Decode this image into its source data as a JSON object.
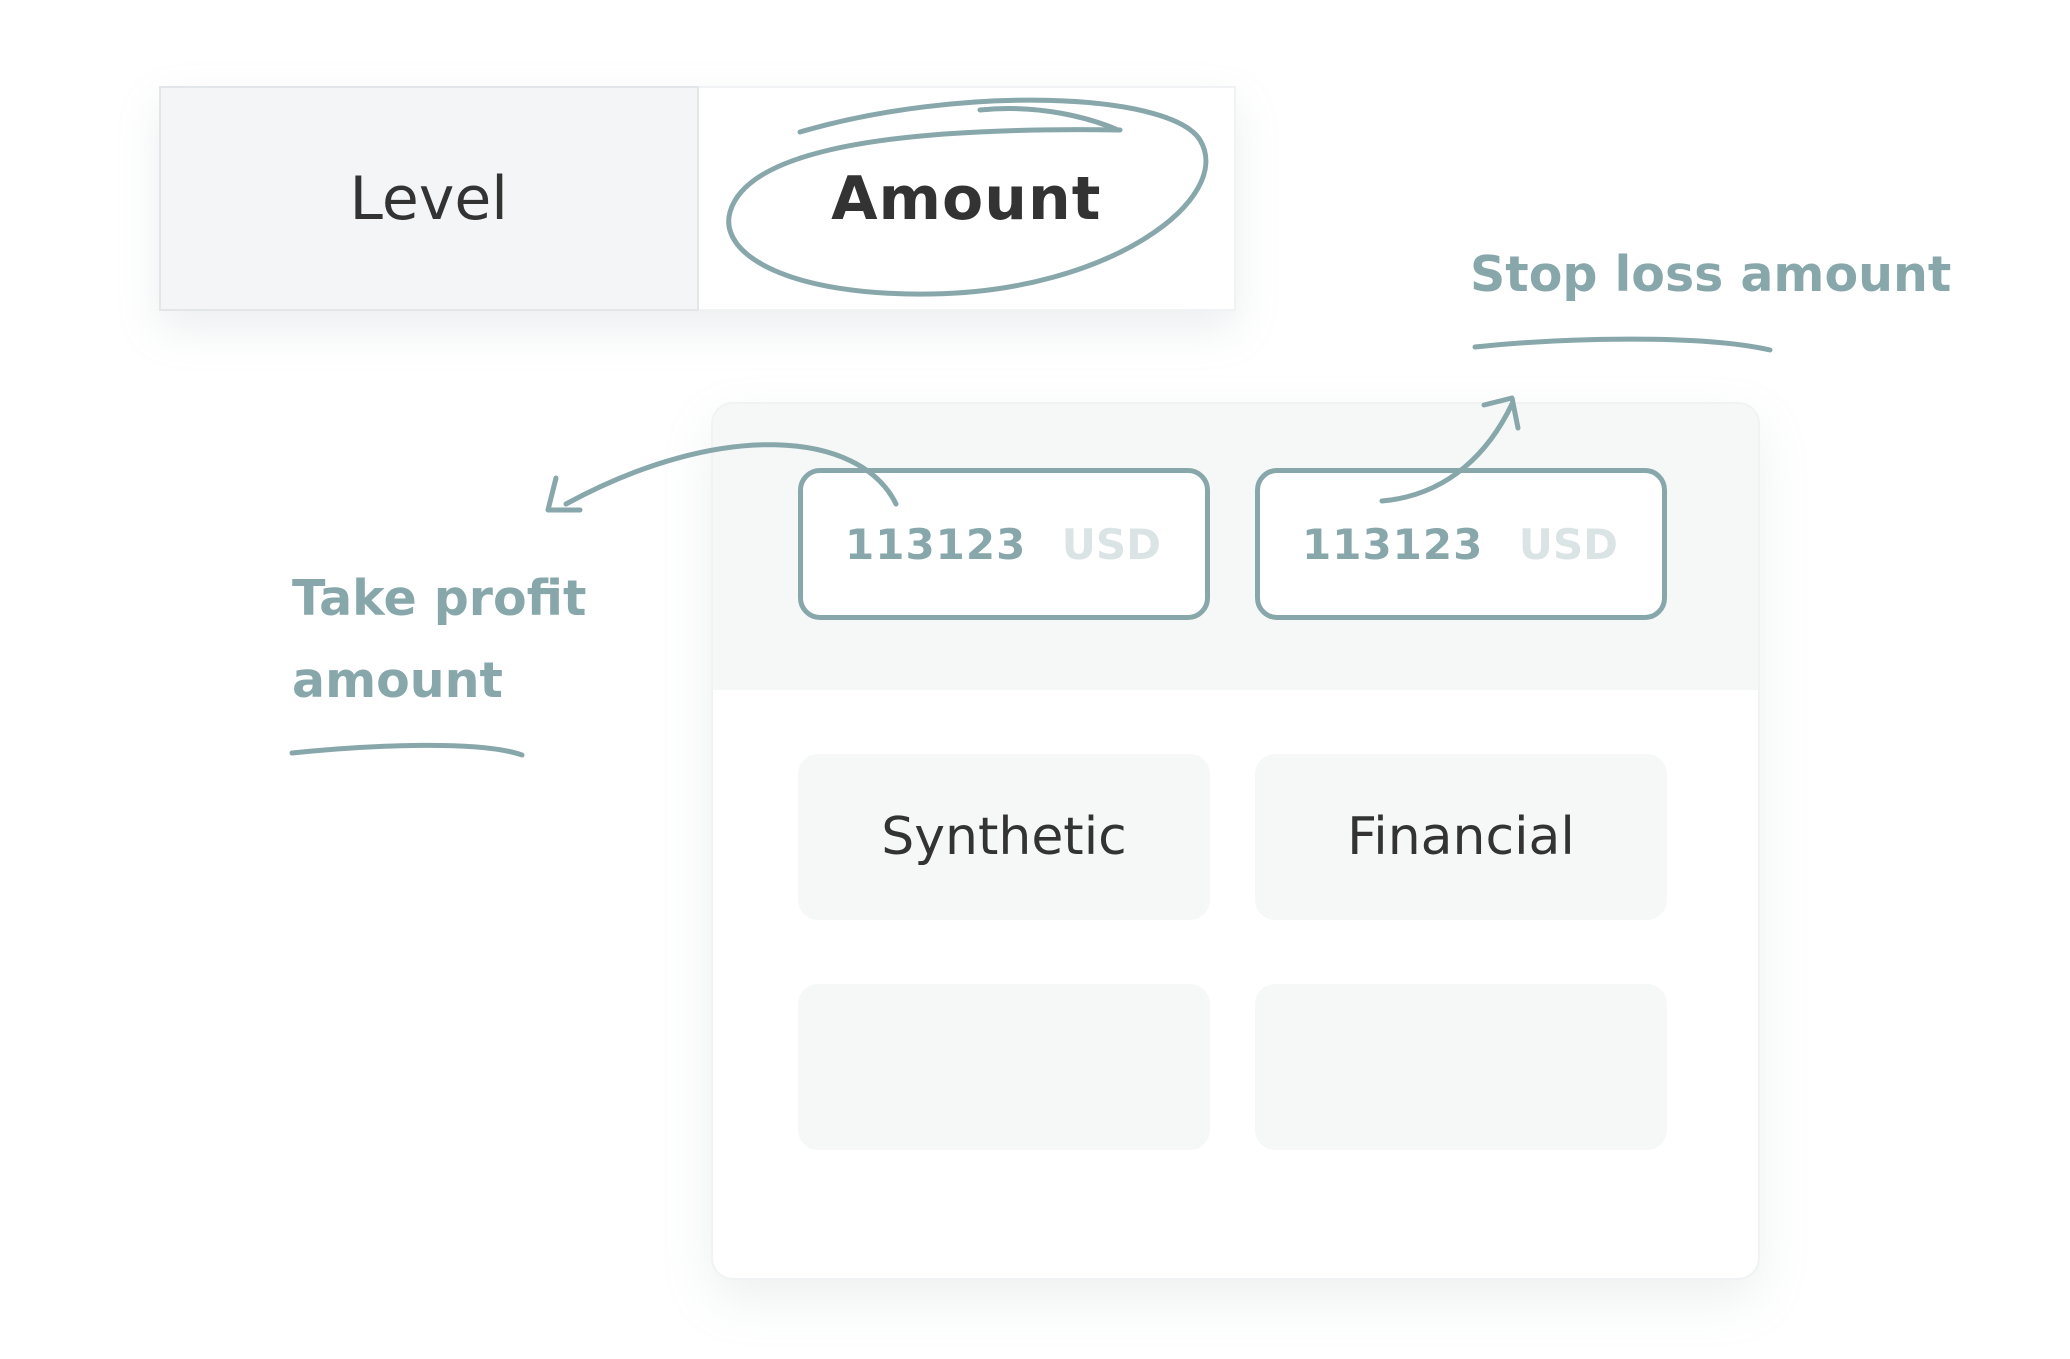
{
  "tabs": {
    "level_label": "Level",
    "amount_label": "Amount"
  },
  "fields": {
    "take_profit": {
      "value": "113123",
      "currency": "USD"
    },
    "stop_loss": {
      "value": "113123",
      "currency": "USD"
    }
  },
  "options": {
    "synthetic": "Synthetic",
    "financial": "Financial",
    "empty_1": "",
    "empty_2": ""
  },
  "annotations": {
    "stop_loss": "Stop loss amount",
    "take_profit_line1": "Take profit",
    "take_profit_line2": "amount"
  },
  "colors": {
    "accent": "#87a7ab",
    "text": "#333333",
    "muted_currency": "#dbe4e5",
    "panel": "#f6f8f8"
  }
}
